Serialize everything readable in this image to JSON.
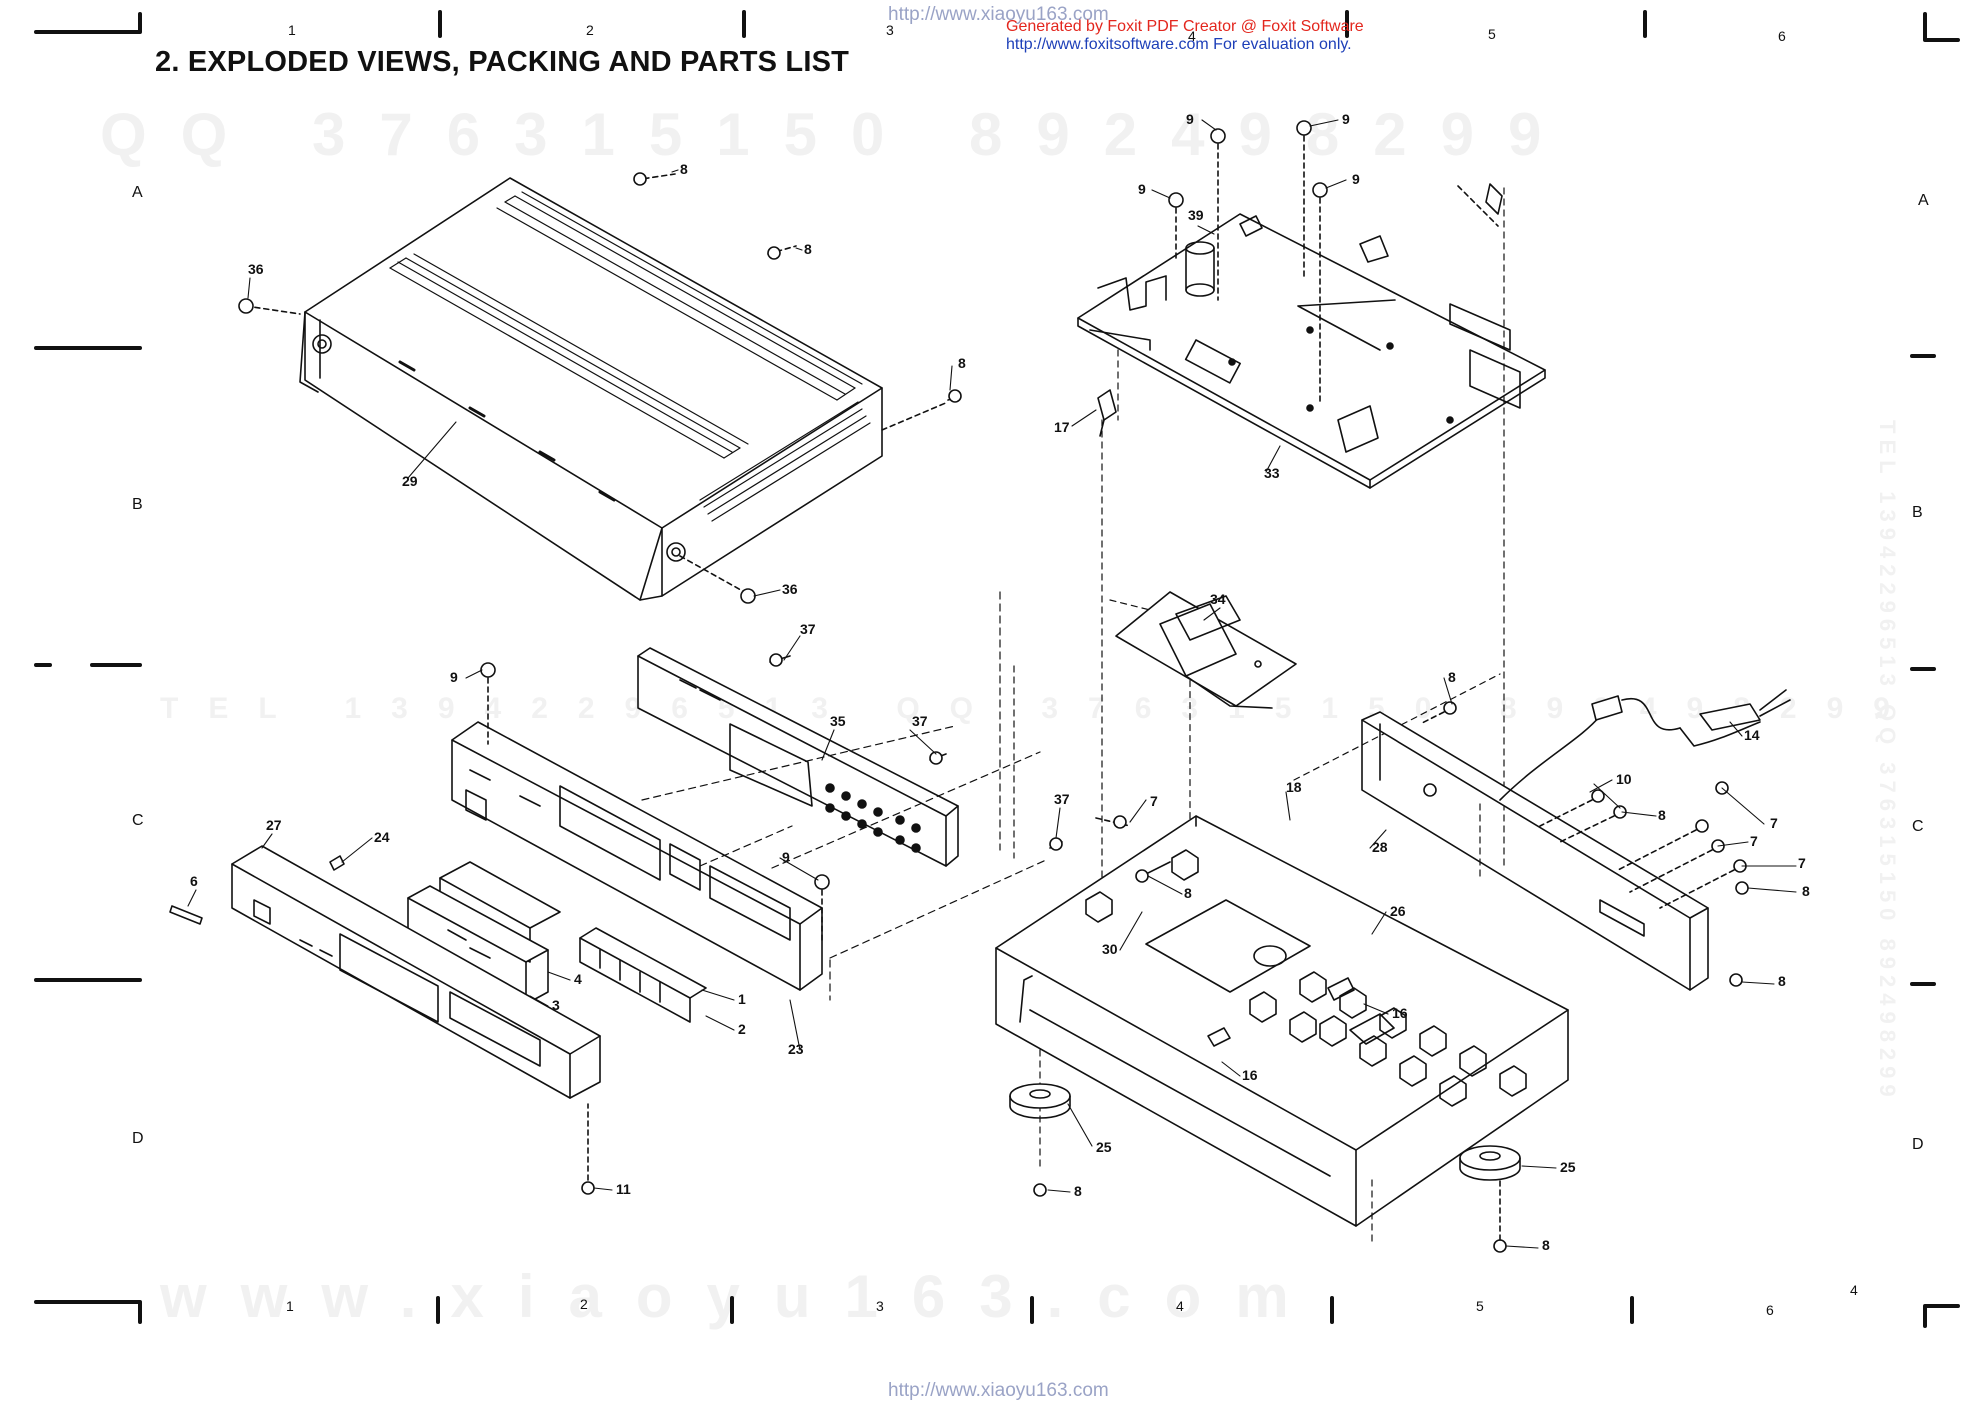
{
  "header": {
    "title": "2.   EXPLODED VIEWS, PACKING AND PARTS LIST",
    "site_url": "http://www.xiaoyu163.com",
    "foxit_line1": "Generated by Foxit PDF Creator @ Foxit Software",
    "foxit_line2": "http://www.foxitsoftware.com   For evaluation only."
  },
  "watermarks": {
    "qq_top": "QQ 376315150 892498299",
    "tel_mid": "TEL 13942296513 QQ 376315150 892498299",
    "site_bottom": "www.xiaoyu163.com",
    "tel_side": "TEL 13942296513 QQ 376315150 892498299"
  },
  "grid": {
    "columns_top": [
      "1",
      "2",
      "3",
      "4",
      "5",
      "6"
    ],
    "columns_bottom": [
      "1",
      "2",
      "3",
      "4",
      "5",
      "6"
    ],
    "rows_left": [
      "A",
      "B",
      "C",
      "D"
    ],
    "rows_right": [
      "A",
      "B",
      "C",
      "D"
    ],
    "page_mark": "4"
  },
  "callouts": {
    "c1": "1",
    "c2": "2",
    "c3": "3",
    "c4": "4",
    "c6": "6",
    "c7a": "7",
    "c7b": "7",
    "c7c": "7",
    "c7d": "7",
    "c8a": "8",
    "c8b": "8",
    "c8c": "8",
    "c8d": "8",
    "c8e": "8",
    "c8f": "8",
    "c8g": "8",
    "c8h": "8",
    "c8i": "8",
    "c8j": "8",
    "c9a": "9",
    "c9b": "9",
    "c9c": "9",
    "c9d": "9",
    "c9e": "9",
    "c9f": "9",
    "c10": "10",
    "c11": "11",
    "c14": "14",
    "c16a": "16",
    "c16b": "16",
    "c17": "17",
    "c18": "18",
    "c23": "23",
    "c24": "24",
    "c25a": "25",
    "c25b": "25",
    "c26": "26",
    "c27": "27",
    "c28": "28",
    "c29": "29",
    "c30": "30",
    "c33": "33",
    "c34": "34",
    "c35": "35",
    "c36a": "36",
    "c36b": "36",
    "c37a": "37",
    "c37b": "37",
    "c37c": "37",
    "c39": "39"
  }
}
